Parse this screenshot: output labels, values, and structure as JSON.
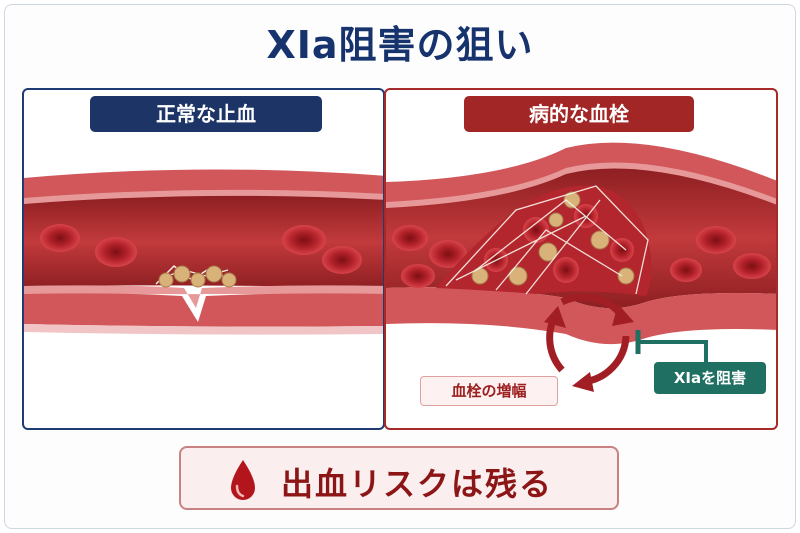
{
  "title": "XIa阻害の狙い",
  "panels": {
    "left": {
      "label": "正常な止血"
    },
    "right": {
      "label": "病的な血栓",
      "amplify_label": "血栓の増幅",
      "inhibit_label": "XIaを阻害"
    }
  },
  "bottom": {
    "text": "出血リスクは残る",
    "icon": "blood-drop-icon"
  },
  "colors": {
    "title": "#16336e",
    "left_accent": "#1d3566",
    "right_accent": "#a32626",
    "inhibit": "#1f6f63",
    "vessel": "#c8474a",
    "rbc": "#b91f26",
    "platelet": "#d9b27a"
  }
}
